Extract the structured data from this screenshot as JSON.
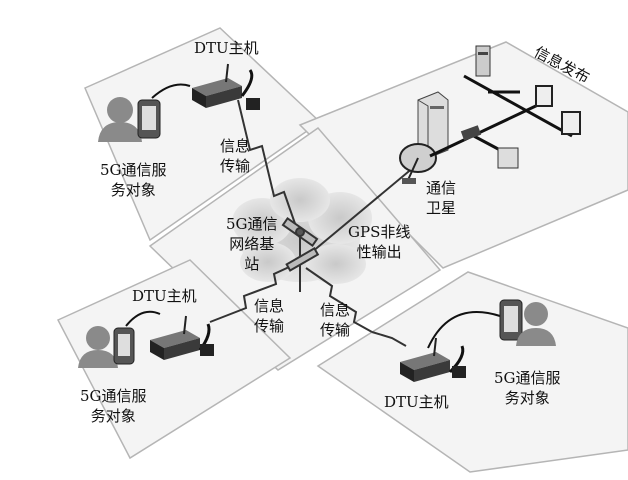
{
  "labels": {
    "dtu_top": "DTU主机",
    "obj_top": "5G通信服\n务对象",
    "transfer_top": "信息\n传输",
    "publish": "信息发布",
    "satellite": "通信\n卫星",
    "base_station": "5G通信\n网络基\n站",
    "gps": "GPS非线\n性输出",
    "dtu_left": "DTU主机",
    "transfer_left": "信息\n传输",
    "transfer_mid": "信息\n传输",
    "obj_left": "5G通信服\n务对象",
    "dtu_right": "DTU主机",
    "obj_right": "5G通信服\n务对象"
  },
  "colors": {
    "panel_fill": "#f4f4f4",
    "panel_stroke": "#b5b5b5",
    "cloud": "#d9d9d9",
    "device": "#3a3a3a",
    "person": "#8a8a8a",
    "line": "#222222"
  },
  "icons": [
    "person-icon",
    "phone-icon",
    "dtu-device-icon",
    "antenna-icon",
    "cloud-icon",
    "tower-icon",
    "satellite-dish-icon",
    "server-icon",
    "computer-icon",
    "switch-icon"
  ]
}
